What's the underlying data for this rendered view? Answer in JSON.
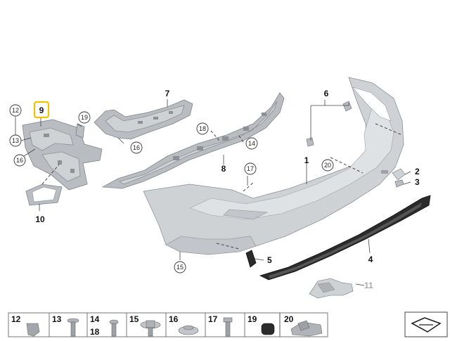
{
  "callouts": {
    "p1": "1",
    "p2": "2",
    "p3": "3",
    "p4": "4",
    "p5": "5",
    "p6": "6",
    "p7": "7",
    "p8": "8",
    "p9": "9",
    "p10": "10",
    "p11": "11",
    "c12": "12",
    "c13": "13",
    "c14": "14",
    "c15": "15",
    "c16a": "16",
    "c16b": "16",
    "c17": "17",
    "c18": "18",
    "c19": "19",
    "c20": "20"
  },
  "highlight": {
    "color": "#f2c200",
    "part": "9"
  },
  "parts_strip": {
    "items": [
      "12",
      "13",
      "14",
      "15",
      "16",
      "17",
      "19",
      "20"
    ],
    "sub": {
      "14": "18"
    }
  },
  "colors": {
    "bumper": "#cfd2d5",
    "brackets": "#b9bdc2",
    "diffuser": "#2b2b2b",
    "highlight": "#f2c200"
  },
  "icons": {
    "view_marker": "perspective-arrow-icon"
  }
}
